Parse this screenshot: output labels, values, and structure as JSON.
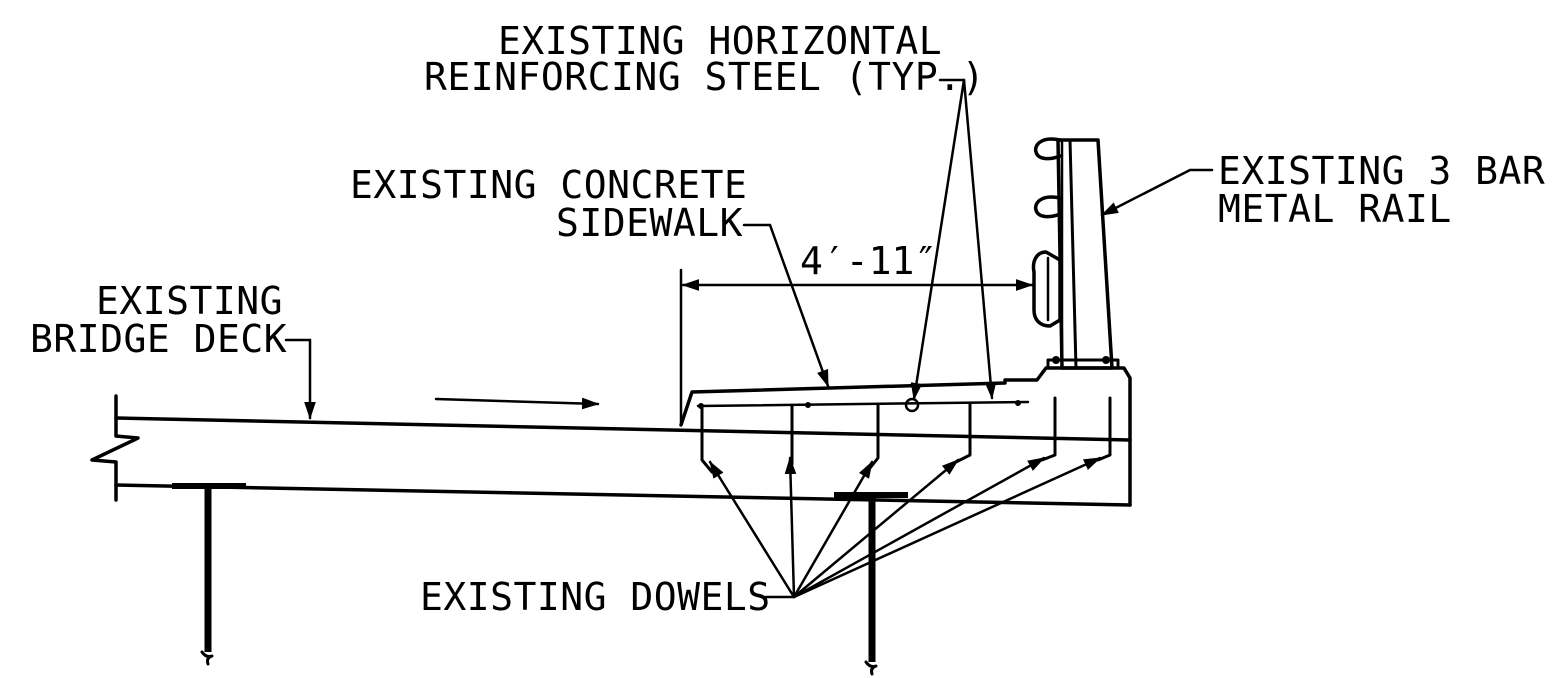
{
  "labels": {
    "horizontal_steel_line1": "EXISTING HORIZONTAL",
    "horizontal_steel_line2": "REINFORCING STEEL (TYP.)",
    "sidewalk_line1": "EXISTING CONCRETE",
    "sidewalk_line2": "SIDEWALK",
    "rail_line1": "EXISTING 3 BAR",
    "rail_line2": "METAL RAIL",
    "deck_line1": "EXISTING",
    "deck_line2": "BRIDGE DECK",
    "dowels": "EXISTING DOWELS"
  },
  "dimension": {
    "sidewalk_width": "4′-11″"
  },
  "colors": {
    "ink": "#000000",
    "paper": "#ffffff"
  }
}
